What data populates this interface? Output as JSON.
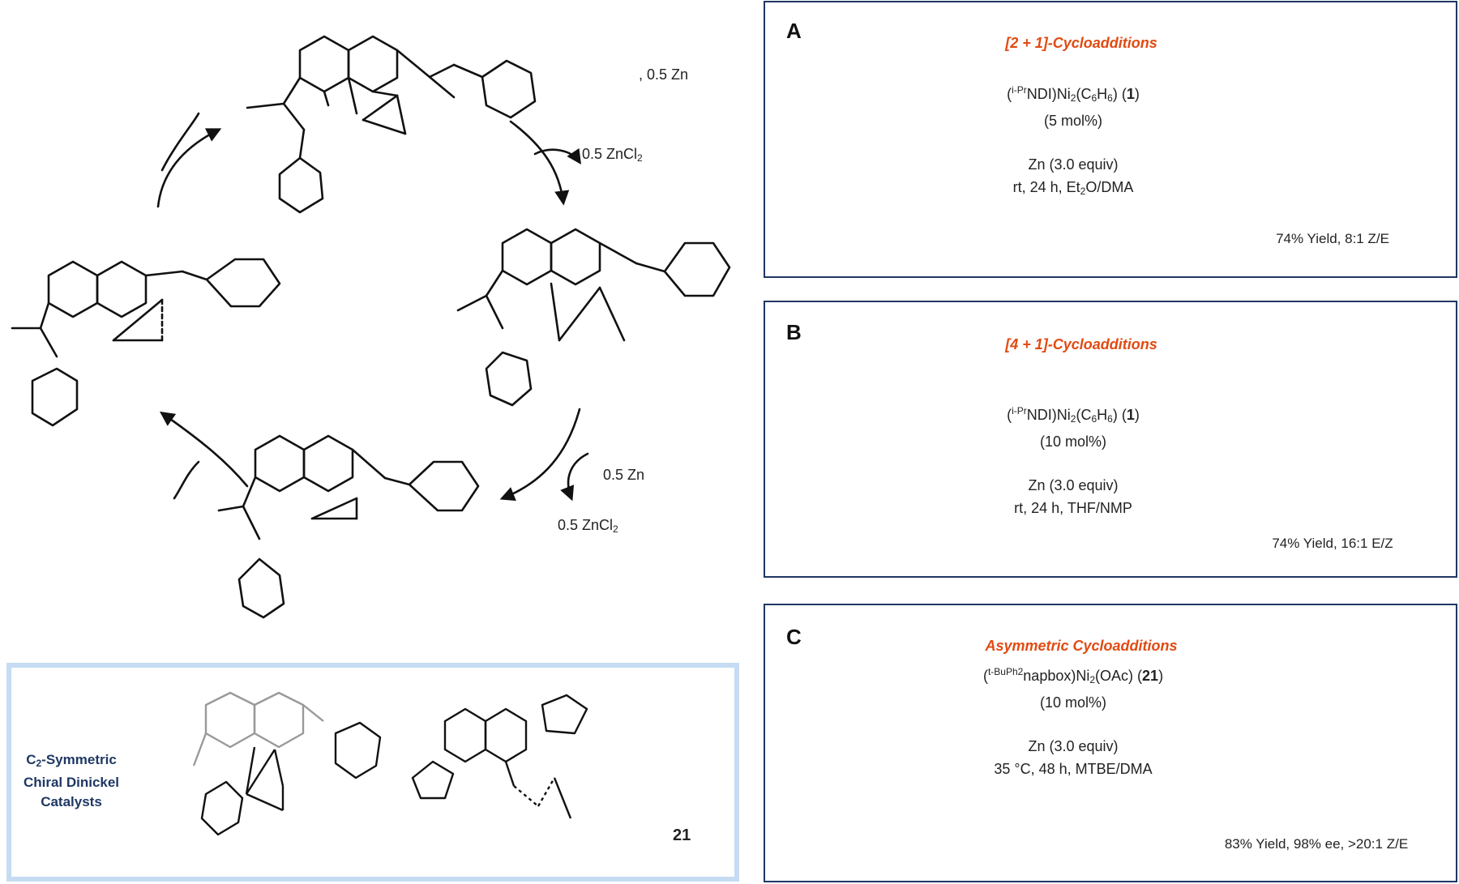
{
  "cycle": {
    "labels": {
      "dichloroalkene_extra": ", 0.5 Zn",
      "zncl2_top": "0.5 ZnCl",
      "zncl2_top_sub": "2",
      "zn_mid": "0.5 Zn",
      "zncl2_mid": "0.5 ZnCl",
      "zncl2_mid_sub": "2"
    }
  },
  "panels": [
    {
      "letter": "A",
      "title": "[2 + 1]-Cycloadditions",
      "catalyst_ligand": "i-Pr",
      "catalyst_main": "NDI)Ni",
      "catalyst_rest": "(C",
      "catalyst_bold": "1",
      "loading": "(5 mol%)",
      "reductant": "Zn (3.0 equiv)",
      "conditions": "rt, 24 h, Et",
      "conditions_tail": "O/DMA",
      "yield": "74% Yield, 8:1 Z/E"
    },
    {
      "letter": "B",
      "title": "[4 + 1]-Cycloadditions",
      "catalyst_ligand": "i-Pr",
      "catalyst_main": "NDI)Ni",
      "catalyst_rest": "(C",
      "catalyst_bold": "1",
      "loading": "(10 mol%)",
      "reductant": "Zn (3.0 equiv)",
      "conditions": "rt, 24 h, THF/NMP",
      "yield": "74% Yield, 16:1 E/Z"
    },
    {
      "letter": "C",
      "title": "Asymmetric Cycloadditions",
      "catalyst_ligand": "t-BuPh2",
      "catalyst_main": "napbox)Ni",
      "catalyst_rest": "(OAc) (",
      "catalyst_bold": "21",
      "loading": "(10 mol%)",
      "reductant": "Zn (3.0 equiv)",
      "conditions": "35 °C, 48 h, MTBE/DMA",
      "yield": "83% Yield, 98% ee, >20:1 Z/E"
    }
  ],
  "catalysts": {
    "title_c": "C",
    "title_sub": "2",
    "title_rest": "-Symmetric",
    "title_line2": "Chiral Dinickel",
    "title_line3": "Catalysts",
    "compound_number": "21"
  },
  "colors": {
    "blue": "#2b6cb8",
    "green": "#1e8a3e",
    "orange": "#e24a12",
    "navy": "#1f3864",
    "light_blue": "#c5dcf2"
  }
}
